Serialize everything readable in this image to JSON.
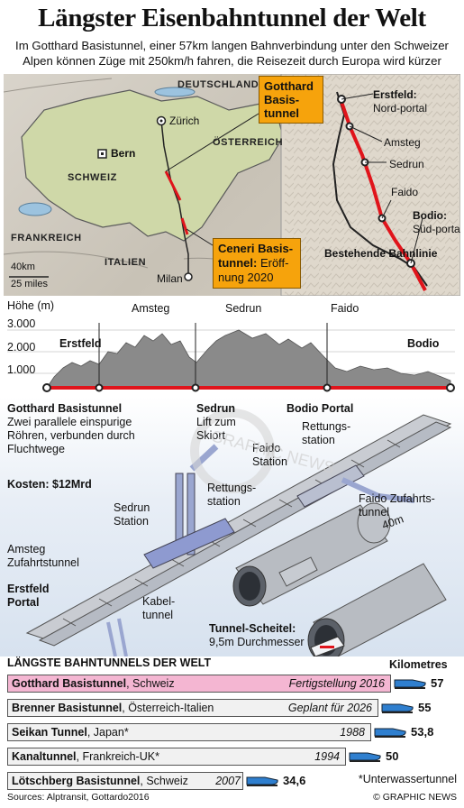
{
  "title": "Längster Eisenbahntunnel der Welt",
  "intro": "Im Gotthard Basistunnel, einer 57km langen Bahnverbindung unter den Schweizer Alpen können Züge mit 250km/h fahren, die Reisezeit durch Europa wird kürzer",
  "map": {
    "labels": {
      "deutschland": "DEUTSCHLAND",
      "oesterreich": "ÖSTERREICH",
      "schweiz": "SCHWEIZ",
      "frankreich": "FRANKREICH",
      "italien": "ITALIEN"
    },
    "cities": {
      "zurich": "Zürich",
      "bern": "Bern",
      "milan": "Milan"
    },
    "scale": {
      "km": "40km",
      "miles": "25 miles"
    },
    "gotthard_callout": "Gotthard Basis-tunnel",
    "ceneri_callout_bold": "Ceneri Basis-tunnel:",
    "ceneri_callout_rest": " Eröff-nung 2020",
    "erstfeld_bold": "Erstfeld:",
    "erstfeld_rest": "Nord-portal",
    "amsteg": "Amsteg",
    "sedrun": "Sedrun",
    "faido": "Faido",
    "bodio_bold": "Bodio:",
    "bodio_rest": "Süd-portal",
    "existing_line": "Bestehende Bahnlinie"
  },
  "profile": {
    "axis_title": "Höhe (m)",
    "ticks": [
      "3.000",
      "2.000",
      "1.000"
    ],
    "stations": [
      "Amsteg",
      "Sedrun",
      "Faido"
    ],
    "left_end": "Erstfeld",
    "right_end": "Bodio"
  },
  "diagram": {
    "gotthard_title": "Gotthard Basistunnel",
    "gotthard_desc": [
      "Zwei parallele einspurige",
      "Röhren, verbunden durch",
      "Fluchtwege"
    ],
    "sedrun_title": "Sedrun",
    "sedrun_desc": [
      "Lift zum",
      "Skiort"
    ],
    "bodio_portal": "Bodio Portal",
    "rettung1": [
      "Rettungs-",
      "station"
    ],
    "faido_station": [
      "Faido",
      "Station"
    ],
    "kosten": "Kosten: $12Mrd",
    "rettung2": [
      "Rettungs-",
      "station"
    ],
    "sedrun_station": [
      "Sedrun",
      "Station"
    ],
    "faido_access": [
      "Faido Zufahrts-",
      "tunnel"
    ],
    "dim_40m": "40m",
    "amsteg_access": [
      "Amsteg",
      "Zufahrtstunnel"
    ],
    "erstfeld_portal": [
      "Erstfeld",
      "Portal"
    ],
    "kabel": [
      "Kabel-",
      "tunnel"
    ],
    "scheitel_title": "Tunnel-Scheitel:",
    "scheitel_desc": "9,5m Durchmesser",
    "watermark": "GRAPHIC NEWS"
  },
  "table": {
    "heading": "LÄNGSTE BAHNTUNNELS DER WELT",
    "unit": "Kilometres",
    "rows": [
      {
        "name": "Gotthard Basistunnel",
        "place": ", Schweiz",
        "note": "Fertigstellung 2016",
        "km": "57"
      },
      {
        "name": "Brenner Basistunnel",
        "place": ", Österreich-Italien",
        "note": "Geplant für 2026",
        "km": "55"
      },
      {
        "name": "Seikan Tunnel",
        "place": ", Japan*",
        "note": "1988",
        "km": "53,8"
      },
      {
        "name": "Kanaltunnel",
        "place": ", Frankreich-UK*",
        "note": "1994",
        "km": "50"
      },
      {
        "name": "Lötschberg Basistunnel",
        "place": ", Schweiz",
        "note": "2007",
        "km": "34,6"
      }
    ],
    "footnote": "*Unterwassertunnel"
  },
  "footer": {
    "sources": "Sources: Alptransit, Gottardo2016",
    "credit": "© GRAPHIC NEWS"
  }
}
